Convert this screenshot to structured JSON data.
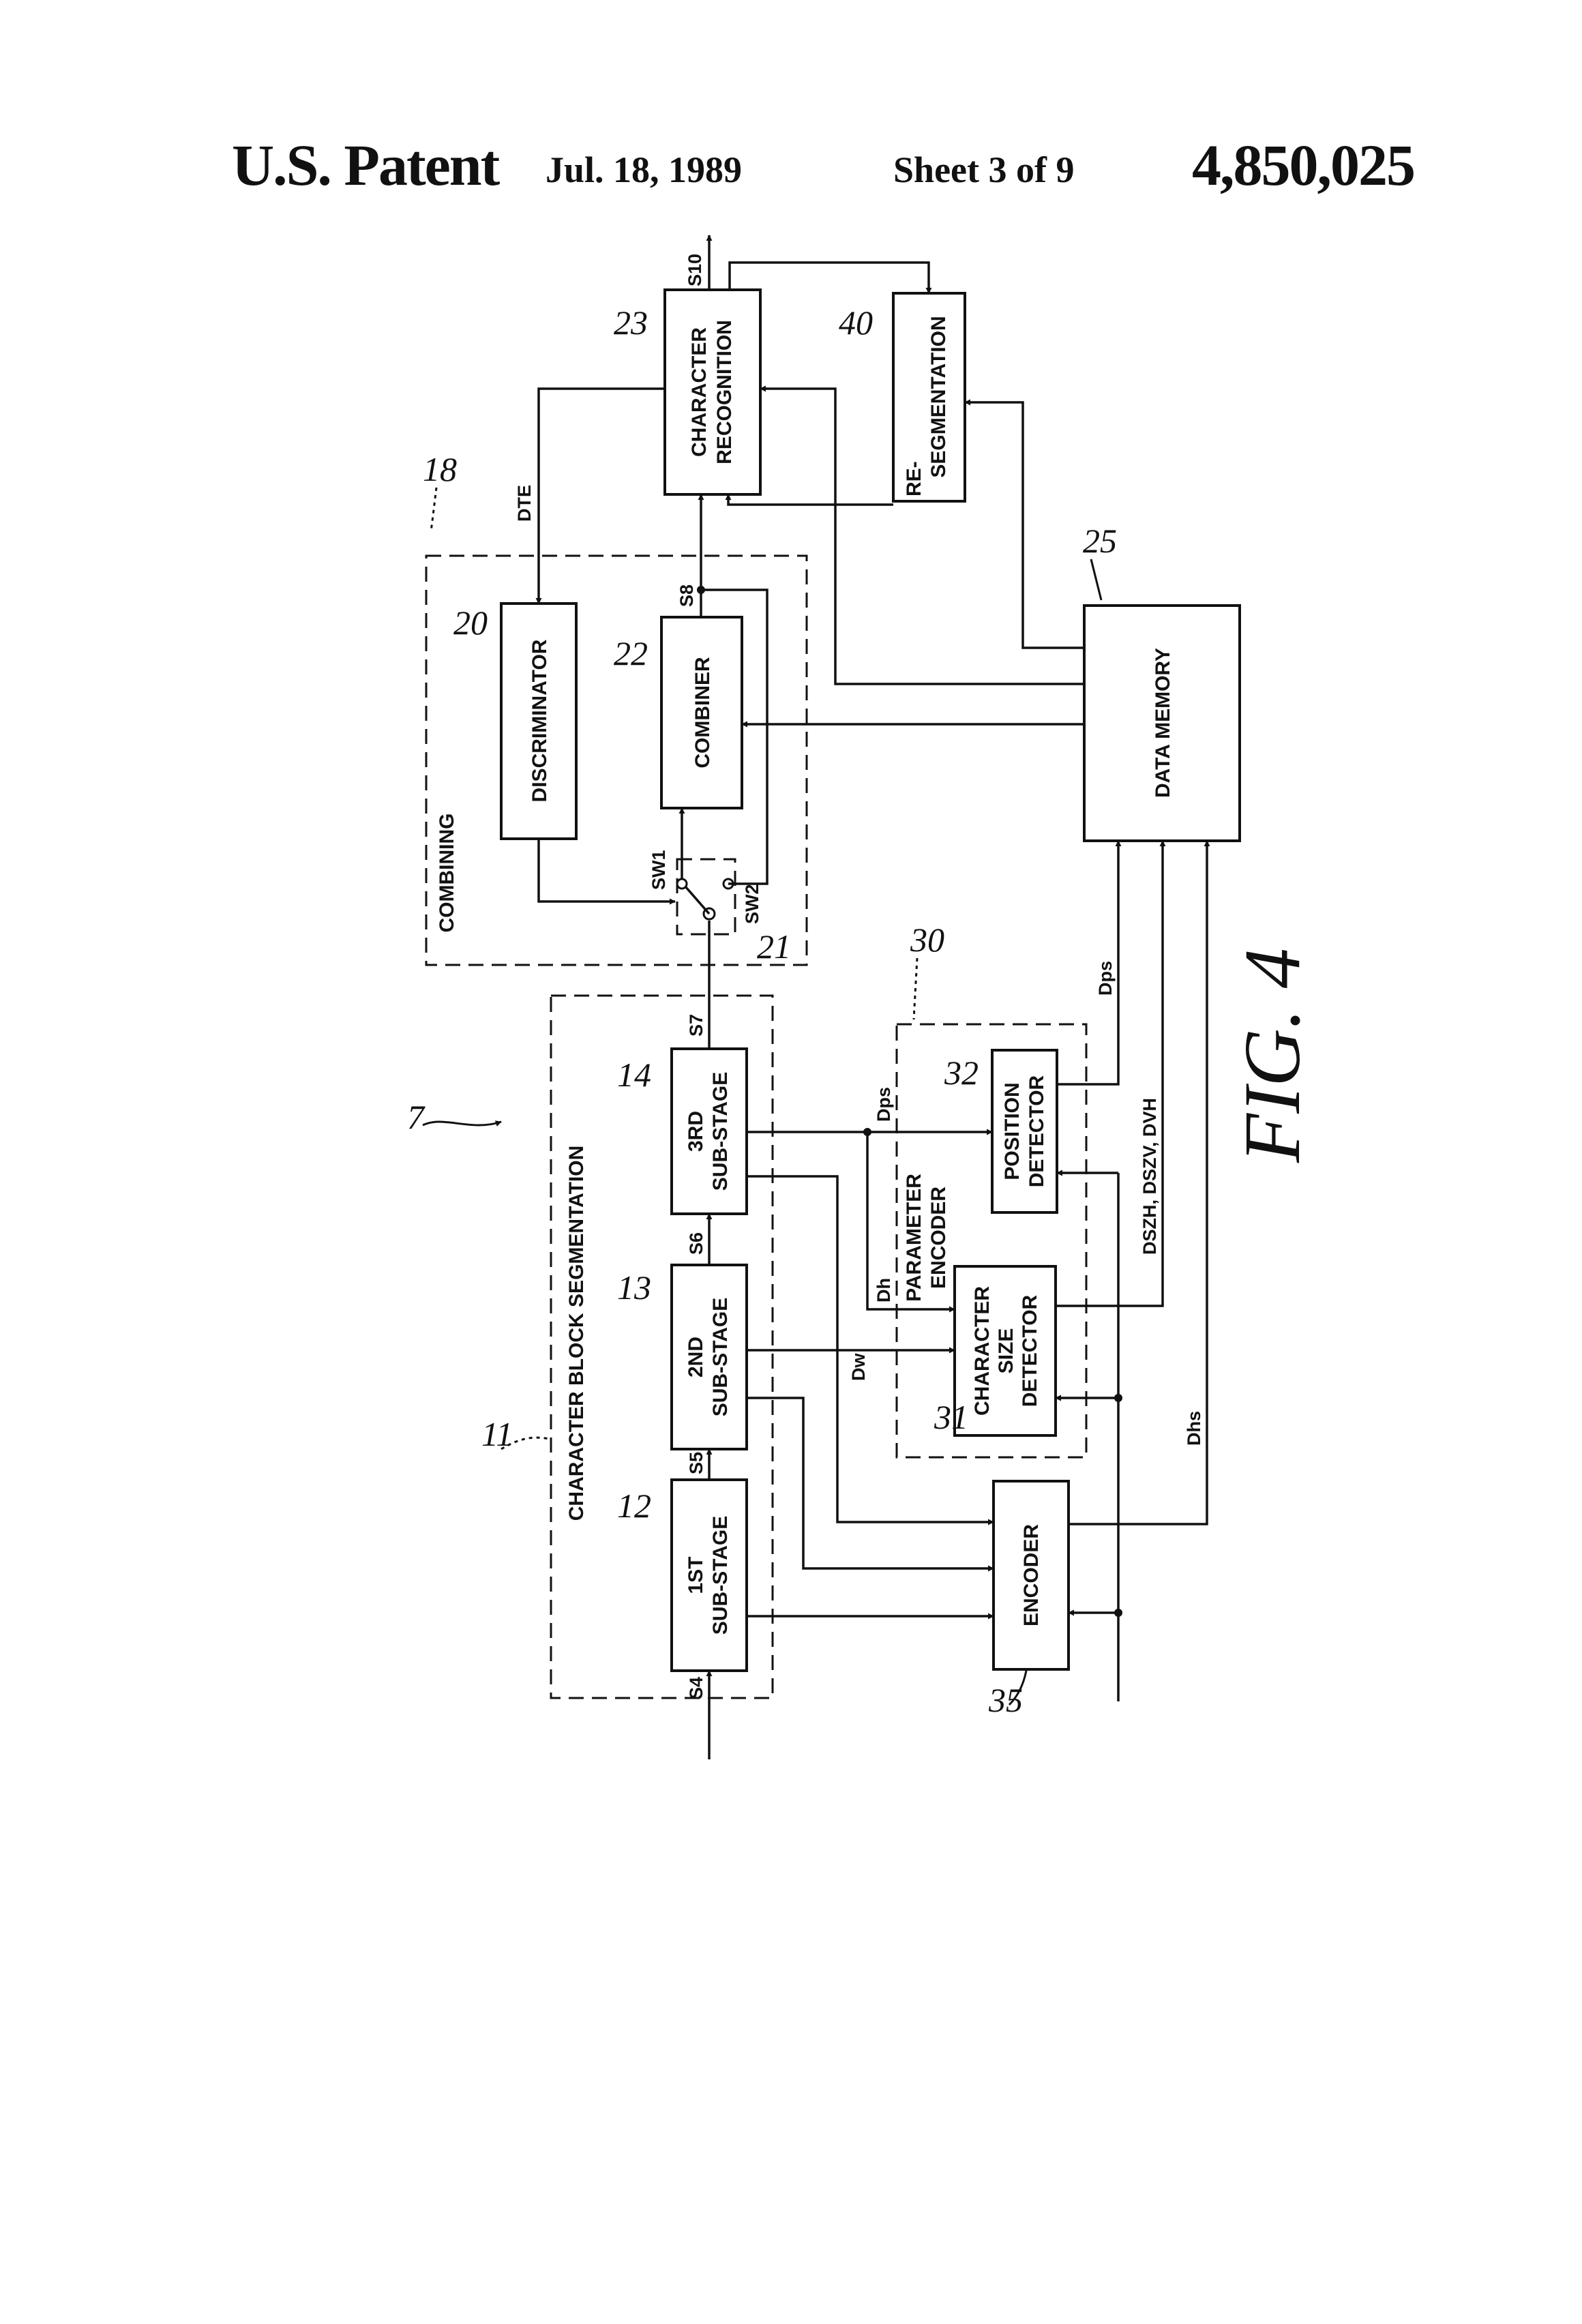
{
  "header": {
    "patent": "U.S. Patent",
    "date": "Jul. 18, 1989",
    "sheet": "Sheet 3 of 9",
    "number": "4,850,025"
  },
  "figure_label": "FIG. 4",
  "blocks": {
    "sub1": "1ST SUB-STAGE",
    "sub2": "2ND SUB-STAGE",
    "sub3": "3RD SUB-STAGE",
    "discriminator": "DISCRIMINATOR",
    "combiner": "COMBINER",
    "recognition": "CHARACTER RECOGNITION",
    "resegmentation": "RE-SEGMENTATION",
    "data_memory": "DATA MEMORY",
    "encoder": "ENCODER",
    "size_detector": "CHARACTER SIZE DETECTOR",
    "position_detector": "POSITION DETECTOR"
  },
  "groups": {
    "segmentation": "CHARACTER BLOCK SEGMENTATION",
    "combining": "COMBINING",
    "parameter_encoder": "PARAMETER ENCODER"
  },
  "signals": {
    "s4": "S4",
    "s5": "S5",
    "s6": "S6",
    "s7": "S7",
    "s8": "S8",
    "s10": "S10",
    "sw1": "SW1",
    "sw2": "SW2",
    "dte": "DTE",
    "dw": "Dw",
    "dh": "Dh",
    "dps": "Dps",
    "dps2": "Dps",
    "dsz": "DSZH, DSZV, DVH",
    "dhs": "Dhs"
  },
  "refs": {
    "r7": "7",
    "r11": "11",
    "r12": "12",
    "r13": "13",
    "r14": "14",
    "r18": "18",
    "r20": "20",
    "r21": "21",
    "r22": "22",
    "r23": "23",
    "r25": "25",
    "r30": "30",
    "r31": "31",
    "r32": "32",
    "r35": "35",
    "r40": "40"
  }
}
